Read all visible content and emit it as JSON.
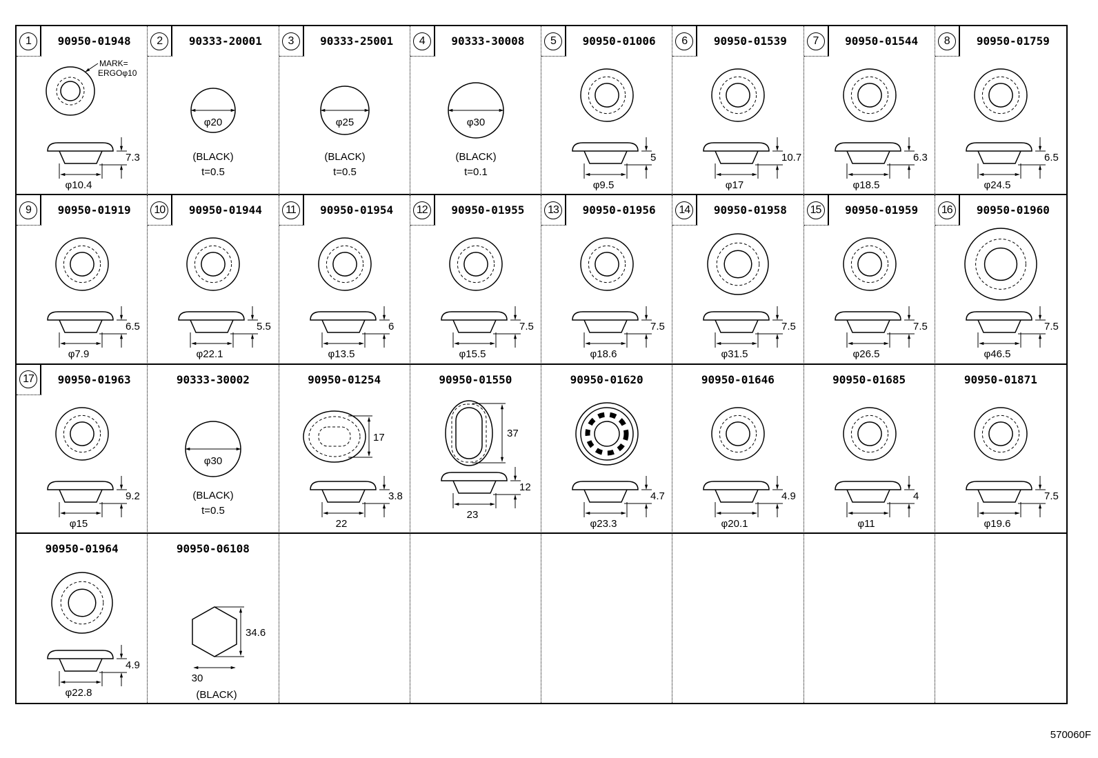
{
  "diagram": {
    "type": "grommet-plug-parts-catalog",
    "grid": {
      "rows": 4,
      "columns": 8
    },
    "footer_code": "570060F",
    "cells": [
      {
        "row": 0,
        "col": 0,
        "index": "1",
        "part": "90950-01948",
        "shape": "plug-mark",
        "note": "MARK=\nERGOφ10",
        "dims": {
          "height": "7.3",
          "diameter": "φ10.4"
        }
      },
      {
        "row": 0,
        "col": 1,
        "index": "2",
        "part": "90333-20001",
        "shape": "disc",
        "dims": {
          "diameter": "φ20"
        },
        "color": "(BLACK)",
        "thickness": "t=0.5"
      },
      {
        "row": 0,
        "col": 2,
        "index": "3",
        "part": "90333-25001",
        "shape": "disc",
        "dims": {
          "diameter": "φ25"
        },
        "color": "(BLACK)",
        "thickness": "t=0.5"
      },
      {
        "row": 0,
        "col": 3,
        "index": "4",
        "part": "90333-30008",
        "shape": "disc",
        "dims": {
          "diameter": "φ30"
        },
        "color": "(BLACK)",
        "thickness": "t=0.1"
      },
      {
        "row": 0,
        "col": 4,
        "index": "5",
        "part": "90950-01006",
        "shape": "grommet",
        "dims": {
          "height": "5",
          "diameter": "φ9.5"
        }
      },
      {
        "row": 0,
        "col": 5,
        "index": "6",
        "part": "90950-01539",
        "shape": "grommet",
        "dims": {
          "height": "10.7",
          "diameter": "φ17"
        }
      },
      {
        "row": 0,
        "col": 6,
        "index": "7",
        "part": "90950-01544",
        "shape": "grommet",
        "dims": {
          "height": "6.3",
          "diameter": "φ18.5"
        }
      },
      {
        "row": 0,
        "col": 7,
        "index": "8",
        "part": "90950-01759",
        "shape": "grommet",
        "dims": {
          "height": "6.5",
          "diameter": "φ24.5"
        }
      },
      {
        "row": 1,
        "col": 0,
        "index": "9",
        "part": "90950-01919",
        "shape": "grommet",
        "dims": {
          "height": "6.5",
          "diameter": "φ7.9"
        }
      },
      {
        "row": 1,
        "col": 1,
        "index": "10",
        "part": "90950-01944",
        "shape": "grommet",
        "dims": {
          "height": "5.5",
          "diameter": "φ22.1"
        }
      },
      {
        "row": 1,
        "col": 2,
        "index": "11",
        "part": "90950-01954",
        "shape": "grommet",
        "dims": {
          "height": "6",
          "diameter": "φ13.5"
        }
      },
      {
        "row": 1,
        "col": 3,
        "index": "12",
        "part": "90950-01955",
        "shape": "grommet",
        "dims": {
          "height": "7.5",
          "diameter": "φ15.5"
        }
      },
      {
        "row": 1,
        "col": 4,
        "index": "13",
        "part": "90950-01956",
        "shape": "grommet",
        "dims": {
          "height": "7.5",
          "diameter": "φ18.6"
        }
      },
      {
        "row": 1,
        "col": 5,
        "index": "14",
        "part": "90950-01958",
        "shape": "grommet",
        "dims": {
          "height": "7.5",
          "diameter": "φ31.5"
        }
      },
      {
        "row": 1,
        "col": 6,
        "index": "15",
        "part": "90950-01959",
        "shape": "grommet",
        "dims": {
          "height": "7.5",
          "diameter": "φ26.5"
        }
      },
      {
        "row": 1,
        "col": 7,
        "index": "16",
        "part": "90950-01960",
        "shape": "grommet",
        "dims": {
          "height": "7.5",
          "diameter": "φ46.5"
        }
      },
      {
        "row": 2,
        "col": 0,
        "index": "17",
        "part": "90950-01963",
        "shape": "grommet",
        "dims": {
          "height": "9.2",
          "diameter": "φ15"
        }
      },
      {
        "row": 2,
        "col": 1,
        "index": null,
        "part": "90333-30002",
        "shape": "disc",
        "dims": {
          "diameter": "φ30"
        },
        "color": "(BLACK)",
        "thickness": "t=0.5"
      },
      {
        "row": 2,
        "col": 2,
        "index": null,
        "part": "90950-01254",
        "shape": "oval-h",
        "dims": {
          "height": "3.8",
          "width": "22",
          "span": "17"
        }
      },
      {
        "row": 2,
        "col": 3,
        "index": null,
        "part": "90950-01550",
        "shape": "oval-v",
        "dims": {
          "height": "12",
          "width": "23",
          "span": "37"
        }
      },
      {
        "row": 2,
        "col": 4,
        "index": null,
        "part": "90950-01620",
        "shape": "gear",
        "dims": {
          "height": "4.7",
          "diameter": "φ23.3"
        }
      },
      {
        "row": 2,
        "col": 5,
        "index": null,
        "part": "90950-01646",
        "shape": "grommet",
        "dims": {
          "height": "4.9",
          "diameter": "φ20.1"
        }
      },
      {
        "row": 2,
        "col": 6,
        "index": null,
        "part": "90950-01685",
        "shape": "grommet",
        "dims": {
          "height": "4",
          "diameter": "φ11"
        }
      },
      {
        "row": 2,
        "col": 7,
        "index": null,
        "part": "90950-01871",
        "shape": "grommet",
        "dims": {
          "height": "7.5",
          "diameter": "φ19.6"
        }
      },
      {
        "row": 3,
        "col": 0,
        "index": null,
        "part": "90950-01964",
        "shape": "grommet",
        "dims": {
          "height": "4.9",
          "diameter": "φ22.8"
        }
      },
      {
        "row": 3,
        "col": 1,
        "index": null,
        "part": "90950-06108",
        "shape": "hex",
        "dims": {
          "height": "34.6",
          "width": "30"
        },
        "color": "(BLACK)"
      }
    ]
  }
}
